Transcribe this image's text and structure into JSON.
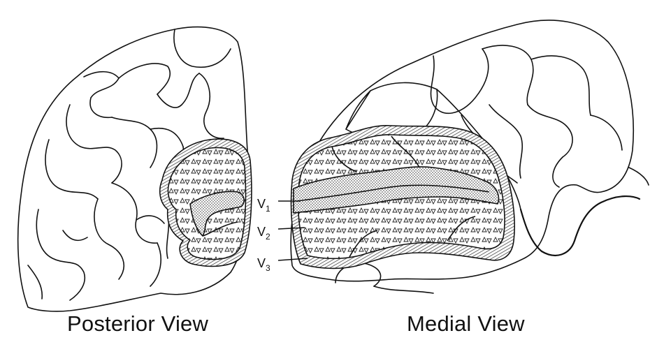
{
  "figure": {
    "views": [
      {
        "id": "posterior",
        "caption": "Posterior View"
      },
      {
        "id": "medial",
        "caption": "Medial View"
      }
    ],
    "area_labels": [
      {
        "base": "V",
        "sub": "1"
      },
      {
        "base": "V",
        "sub": "2"
      },
      {
        "base": "V",
        "sub": "3"
      }
    ],
    "colors": {
      "ink": "#111111",
      "background": "#ffffff"
    }
  }
}
